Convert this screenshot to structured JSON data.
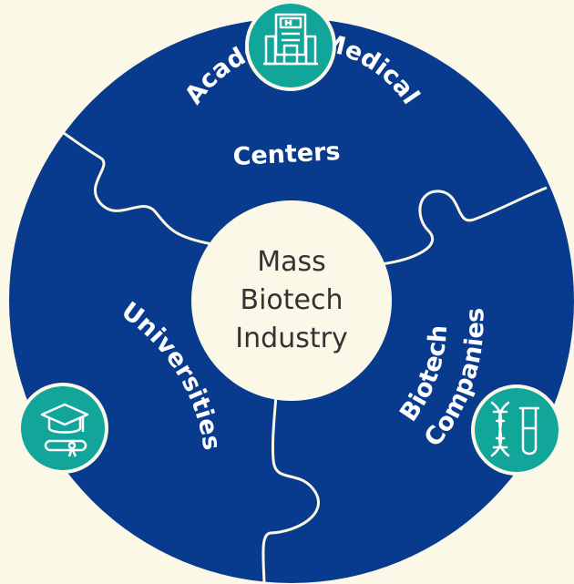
{
  "center": {
    "lines": [
      "Mass",
      "Biotech",
      "Industry"
    ]
  },
  "pieces": {
    "academic": {
      "line1": "Academic Medical",
      "line2": "Centers",
      "icon": "hospital-building-icon"
    },
    "universities": {
      "label": "Universities",
      "icon": "graduation-cap-diploma-icon"
    },
    "biotech": {
      "line1": "Biotech",
      "line2": "Companies",
      "icon": "dna-test-tube-icon"
    }
  },
  "colors": {
    "background": "#fbf8e7",
    "ring": "#083b8e",
    "center": "#fbf8e7",
    "badge": "#12a69a",
    "seam": "#fbf8e7"
  }
}
